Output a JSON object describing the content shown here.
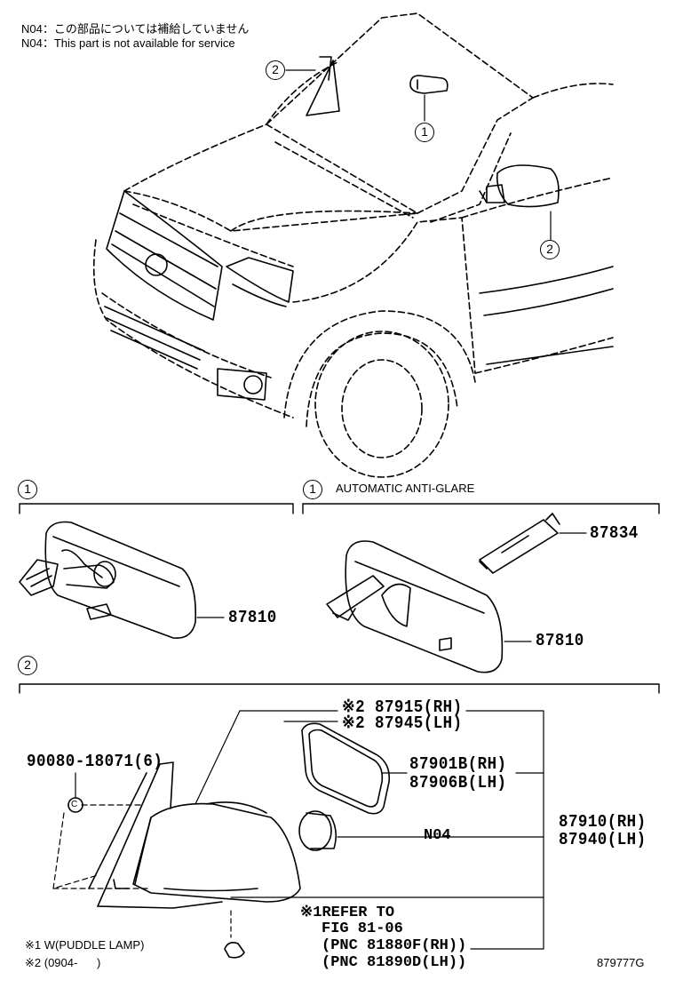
{
  "notes": {
    "jp": "N04：この部品については補給していません",
    "en": "N04：This part is not available for service"
  },
  "callouts": {
    "one": "1",
    "two": "2"
  },
  "sections": {
    "right_header": "AUTOMATIC ANTI-GLARE"
  },
  "parts": {
    "p87834": "87834",
    "p87810_left": "87810",
    "p87810_right": "87810",
    "p87915": "※2 87915(RH)",
    "p87945": "※2 87945(LH)",
    "p90080": "90080-18071(6)",
    "p87901": "87901B(RH)",
    "p87906": "87906B(LH)",
    "p87910": "87910(RH)",
    "p87940": "87940(LH)",
    "n04": "N04",
    "bolt_mark": "C",
    "refer_1": "※1REFER TO",
    "refer_2": "FIG 81-06",
    "refer_3": "(PNC 81880F(RH))",
    "refer_4": "(PNC 81890D(LH))"
  },
  "footer": {
    "note1": "※1 W(PUDDLE LAMP)",
    "note2": "※2 (0904-      )",
    "code": "879777G"
  }
}
